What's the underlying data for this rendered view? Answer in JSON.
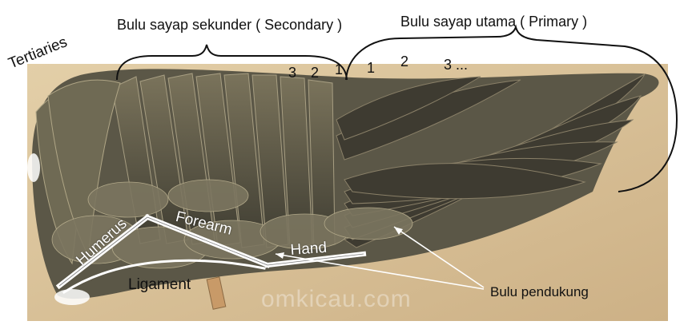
{
  "labels": {
    "secondary": "Bulu sayap sekunder ( Secondary )",
    "primary": "Bulu sayap utama ( Primary )",
    "tertiaries": "Tertiaries",
    "humerus": "Humerus",
    "forearm": "Forearm",
    "hand": "Hand",
    "ligament": "Ligament",
    "coverts": "Bulu pendukung",
    "watermark": "omkicau.com"
  },
  "secondary_numbers": [
    "3",
    "2",
    "1"
  ],
  "primary_numbers": [
    "1",
    "2",
    "3 ..."
  ],
  "colors": {
    "board": "#d9c29a",
    "feather_dark": "#4a4a3c",
    "feather_mid": "#6e6a55",
    "bone_lines": "#ffffff",
    "text": "#111111"
  }
}
